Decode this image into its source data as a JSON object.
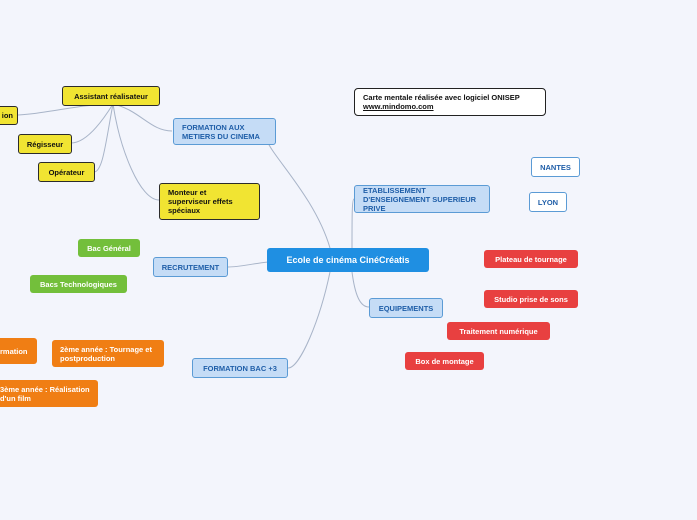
{
  "central": "Ecole de cinéma CinéCréatis",
  "note": {
    "line1": "Carte mentale réalisée avec logiciel ONISEP",
    "line2": "www.mindomo.com"
  },
  "branches": {
    "formation_metiers": "FORMATION AUX METIERS DU CINEMA",
    "etablissement": "ETABLISSEMENT D'ENSEIGNEMENT SUPERIEUR PRIVE",
    "recrutement": "RECRUTEMENT",
    "equipements": "EQUIPEMENTS",
    "formation_bac3": "FORMATION BAC +3"
  },
  "metiers": {
    "assistant": "Assistant réalisateur",
    "cut_left": "ion",
    "regisseur": "Régisseur",
    "operateur": "Opérateur",
    "monteur": "Monteur et superviseur effets spéciaux"
  },
  "villes": {
    "nantes": "NANTES",
    "lyon": "LYON"
  },
  "recrutement_items": {
    "bac_general": "Bac Général",
    "bacs_techno": "Bacs Technologiques"
  },
  "equipements_items": {
    "plateau": "Plateau de tournage",
    "studio": "Studio prise de sons",
    "traitement": "Traitement numérique",
    "box": "Box de montage"
  },
  "formation_items": {
    "annee1_cut": "rmation",
    "annee2": "2ème année : Tournage et postproduction",
    "annee3_cut": "3ème année : Réalisation d'un film"
  },
  "colors": {
    "background": "#f3f5fc",
    "central": "#1f8fe2",
    "branch": "#c5dcf6",
    "yellow": "#f1e432",
    "green": "#73bf3b",
    "orange": "#f07e14",
    "red": "#e84040",
    "link": "#a8b4c8"
  }
}
